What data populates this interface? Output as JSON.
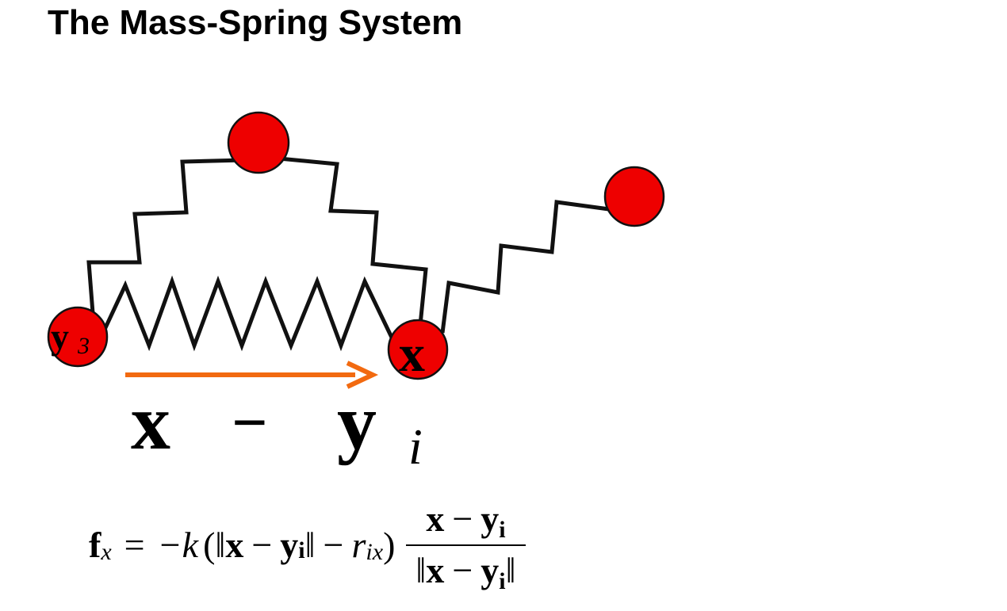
{
  "slide": {
    "title": "The Mass-Spring System"
  },
  "diagram": {
    "mass_color": "#ee0000",
    "arrow_color": "#f26a10",
    "labels": {
      "mass_y3_main": "y",
      "mass_y3_sub": "3",
      "mass_x": "x",
      "vector_x": "x",
      "vector_minus": "−",
      "vector_y": "y",
      "vector_sub": "i"
    }
  },
  "formula": {
    "f": "f",
    "f_sub": "x",
    "equals": "=",
    "minus_k": "−k",
    "open_paren": "(",
    "norm_open": "‖",
    "x": "x",
    "minus": "−",
    "y": "y",
    "y_sub": "i",
    "norm_close": "‖",
    "minus2": "−",
    "r": "r",
    "r_sub": "ix",
    "close_paren": ")",
    "num_x": "x",
    "num_minus": "−",
    "num_y": "y",
    "num_y_sub": "i",
    "den_norm_open": "‖",
    "den_x": "x",
    "den_minus": "−",
    "den_y": "y",
    "den_y_sub": "i",
    "den_norm_close": "‖"
  }
}
